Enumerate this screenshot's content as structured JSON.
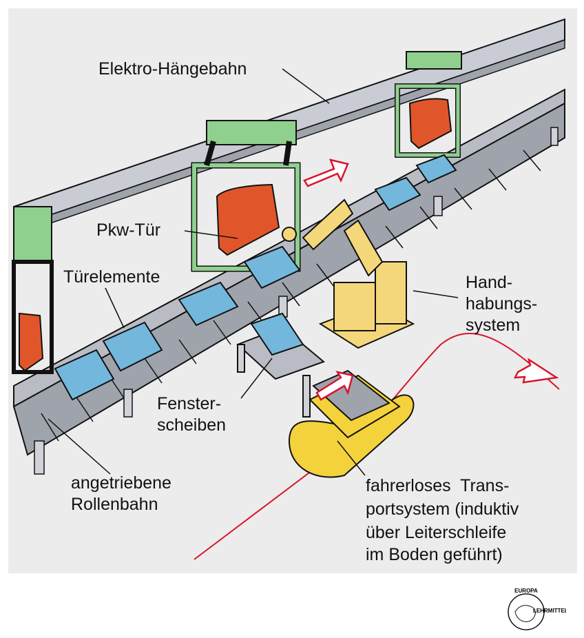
{
  "labels": {
    "elektro": "Elektro-Hängebahn",
    "pkw_tuer": "Pkw-Tür",
    "tuerelemente": "Türelemente",
    "handhabung_1": "Hand-",
    "handhabung_2": "habungs-",
    "handhabung_3": "system",
    "fenster_1": "Fenster-",
    "fenster_2": "scheiben",
    "rollen_1": "angetriebene",
    "rollen_2": "Rollenbahn",
    "fts_1": "fahrerloses  Trans-",
    "fts_2": "portsystem (induktiv",
    "fts_3": "über Leiterschleife",
    "fts_4": "im Boden geführt)"
  },
  "logo": {
    "top": "EUROPA",
    "side": "LEHRMITTEL"
  },
  "colors": {
    "background": "#ececec",
    "rail": "#c9ccd4",
    "hanger": "#8fd08f",
    "door": "#e0562a",
    "part": "#74b7dc",
    "robot": "#f4d77a",
    "agv": "#f3d23c",
    "guide_wire": "#d8142c",
    "conveyor": "#b9bcc4"
  },
  "icons": [
    "direction-arrow-icon",
    "europa-lehrmittel-logo-icon"
  ]
}
